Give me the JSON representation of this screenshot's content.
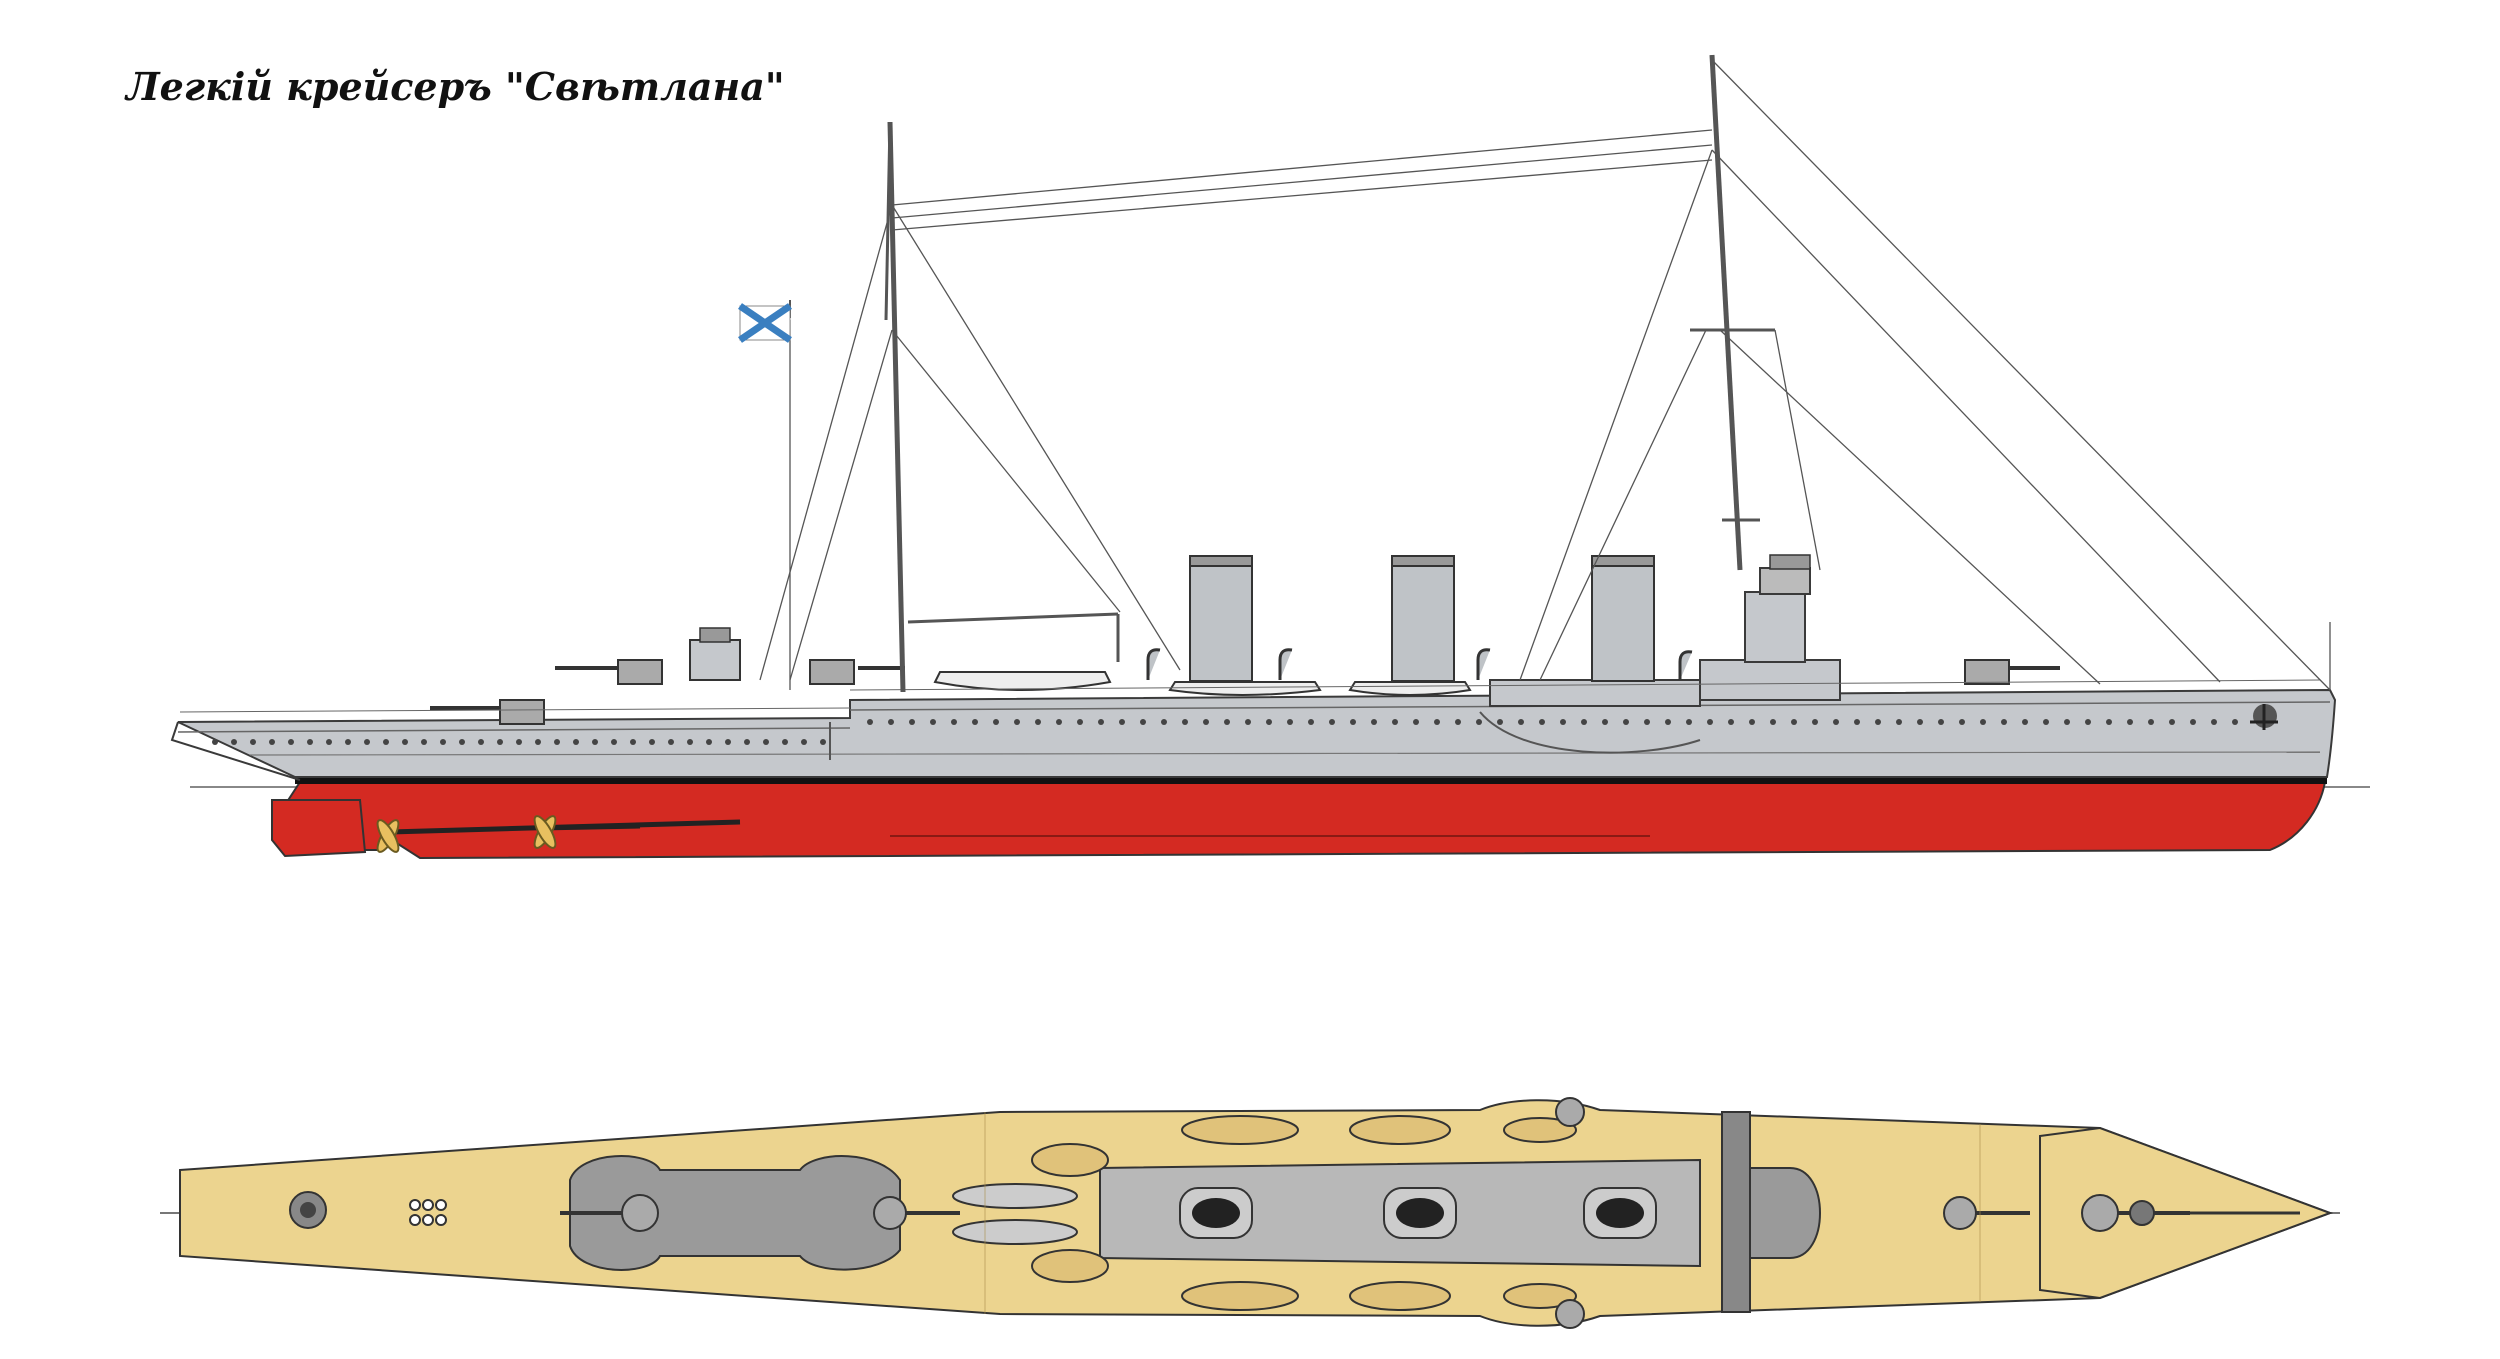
{
  "drawing": {
    "title": "Легкiй крейсеръ \"Свѣтлана\"",
    "colors": {
      "background": "#ffffff",
      "hull_grey": "#c5c8cc",
      "hull_outline": "#3a3a3a",
      "below_waterline": "#d42a22",
      "boot_top": "#111111",
      "deck_wood": "#ecd48f",
      "deck_structure_grey": "#9a9a9a",
      "funnel_grey": "#bfc3c7",
      "rigging": "#555555",
      "flag_blue": "#3a7fc0"
    },
    "views": [
      {
        "name": "profile-view",
        "icons": [
          "ensign-flag-icon",
          "propeller-icon",
          "anchor-icon"
        ]
      },
      {
        "name": "plan-view",
        "icons": [
          "funnel-icon",
          "lifeboat-icon",
          "gun-turret-icon"
        ]
      }
    ]
  }
}
